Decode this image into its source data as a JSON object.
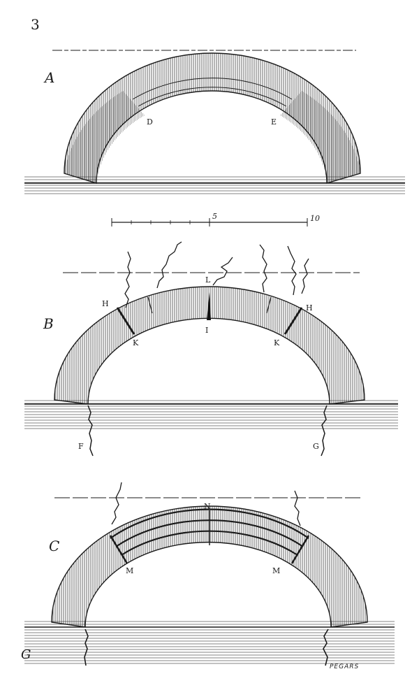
{
  "plate_number": "3",
  "figures": [
    {
      "letter": "A",
      "points": [
        "D",
        "E"
      ]
    },
    {
      "letter": "B",
      "points": [
        "H",
        "L",
        "H",
        "K",
        "I",
        "K",
        "F",
        "G"
      ]
    },
    {
      "letter": "C",
      "points": [
        "N",
        "M",
        "M"
      ]
    }
  ],
  "scale_bar": {
    "labels": [
      "5",
      "10"
    ]
  },
  "signature": "PEGARS",
  "monogram": "G"
}
